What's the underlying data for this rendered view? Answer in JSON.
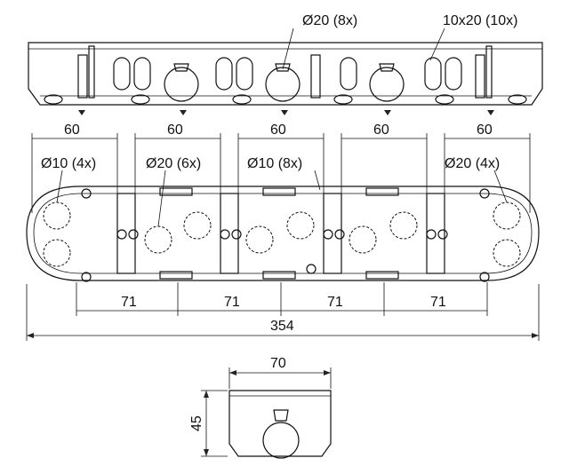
{
  "top_view": {
    "knockout_round_label": "Ø20 (8x)",
    "knockout_slot_label": "10x20 (10x)"
  },
  "front_view": {
    "segment_widths": [
      "60",
      "60",
      "60",
      "60",
      "60"
    ],
    "small_knockouts_label": "Ø10 (4x)",
    "medium_knockouts_label": "Ø20 (6x)",
    "center_small_knockouts_label": "Ø10 (8x)",
    "right_knockouts_label": "Ø20 (4x)",
    "pitch_labels": [
      "71",
      "71",
      "71",
      "71"
    ],
    "overall_length": "354"
  },
  "side_view": {
    "width": "70",
    "height": "45"
  }
}
